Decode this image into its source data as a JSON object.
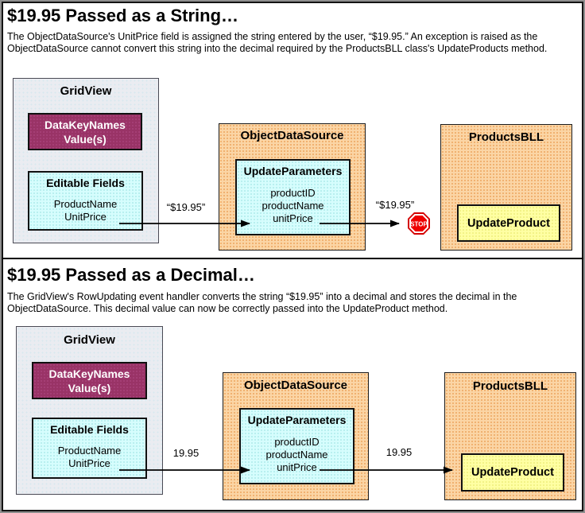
{
  "colors": {
    "page_background": "#ffffff",
    "outer_border": "#8f8f8f",
    "inner_border": "#141414",
    "gridview_fill": "#eaecf1",
    "tan_fill": "#fbd5a5",
    "cyan_fill": "#d6fdfd",
    "yellow_fill": "#ffffa3",
    "magenta_fill": "#993366",
    "arrow_color": "#000000",
    "stop_red": "#e60000"
  },
  "sections": [
    {
      "title": "$19.95 Passed as a String…",
      "description": "The ObjectDataSource's UnitPrice field is assigned the string entered by the user, “$19.95.” An exception is raised as the ObjectDataSource cannot convert this string into the decimal required by the ProductsBLL class's UpdateProducts method.",
      "gridview": {
        "title": "GridView",
        "datakey_line1": "DataKeyNames",
        "datakey_line2": "Value(s)",
        "editable_title": "Editable Fields",
        "fields": [
          "ProductName",
          "UnitPrice"
        ]
      },
      "ods": {
        "title": "ObjectDataSource",
        "params_title": "UpdateParameters",
        "params": [
          "productID",
          "productName",
          "unitPrice"
        ]
      },
      "bll": {
        "title": "ProductsBLL",
        "method": "UpdateProduct"
      },
      "arrow_label_1": "“$19.95”",
      "arrow_label_2": "“$19.95”",
      "stop_label": "STOP"
    },
    {
      "title": "$19.95 Passed as a Decimal…",
      "description": "The GridView's RowUpdating event handler converts the string “$19.95” into a decimal and stores the decimal in the ObjectDataSource. This decimal value can now be correctly passed into the UpdateProduct method.",
      "gridview": {
        "title": "GridView",
        "datakey_line1": "DataKeyNames",
        "datakey_line2": "Value(s)",
        "editable_title": "Editable Fields",
        "fields": [
          "ProductName",
          "UnitPrice"
        ]
      },
      "ods": {
        "title": "ObjectDataSource",
        "params_title": "UpdateParameters",
        "params": [
          "productID",
          "productName",
          "unitPrice"
        ]
      },
      "bll": {
        "title": "ProductsBLL",
        "method": "UpdateProduct"
      },
      "arrow_label_1": "19.95",
      "arrow_label_2": "19.95"
    }
  ]
}
